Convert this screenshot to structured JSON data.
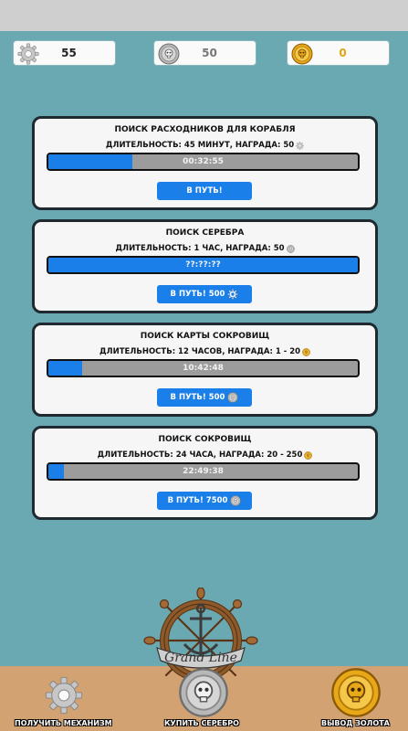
{
  "resources": {
    "gears": "55",
    "silver": "50",
    "gold": "0"
  },
  "missions": [
    {
      "title": "ПОИСК РАСХОДНИКОВ ДЛЯ КОРАБЛЯ",
      "info": "ДЛИТЕЛЬНОСТЬ: 45 МИНУТ, НАГРАДА: 50",
      "reward_icon": "gear-icon",
      "timer": "00:32:55",
      "progress": 0.27,
      "button": "В ПУТЬ!",
      "button_icon": ""
    },
    {
      "title": "ПОИСК СЕРЕБРА",
      "info": "ДЛИТЕЛЬНОСТЬ: 1 ЧАС, НАГРАДА: 50",
      "reward_icon": "silver-coin-icon",
      "timer": "??:??:??",
      "progress": 1.0,
      "button": "В ПУТЬ! 500",
      "button_icon": "gear-icon"
    },
    {
      "title": "ПОИСК КАРТЫ СОКРОВИЩ",
      "info": "ДЛИТЕЛЬНОСТЬ: 12 ЧАСОВ, НАГРАДА: 1 - 20",
      "reward_icon": "gold-coin-icon",
      "timer": "10:42:48",
      "progress": 0.11,
      "button": "В ПУТЬ! 500",
      "button_icon": "silver-coin-icon"
    },
    {
      "title": "ПОИСК СОКРОВИЩ",
      "info": "ДЛИТЕЛЬНОСТЬ: 24 ЧАСА, НАГРАДА: 20 - 250",
      "reward_icon": "gold-coin-icon",
      "timer": "22:49:38",
      "progress": 0.05,
      "button": "В ПУТЬ! 7500",
      "button_icon": "silver-coin-icon"
    }
  ],
  "logo_text": "Grand Line",
  "bottom_nav": {
    "get_mechanism": "ПОЛУЧИТЬ МЕХАНИЗМ",
    "buy_silver": "КУПИТЬ СЕРЕБРО",
    "withdraw_gold": "ВЫВОД ЗОЛОТА"
  },
  "colors": {
    "background": "#6aa9b2",
    "accent": "#1a7fe8",
    "track": "#9c9c9c",
    "gold": "#e0a415",
    "bottom_bar": "#d3a272"
  }
}
